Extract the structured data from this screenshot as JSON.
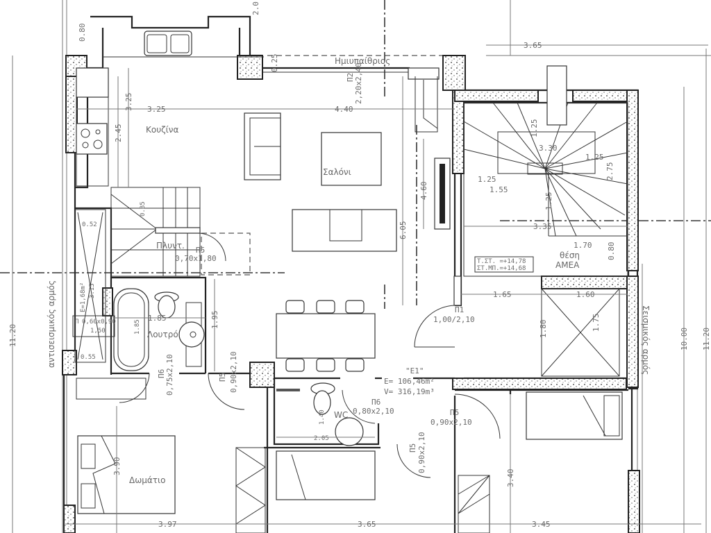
{
  "rooms": {
    "kitchen": "Κουζίνα",
    "living": "Σαλόνι",
    "semi_outdoor": "Ημιυπαίθριος",
    "bath": "Λουτρό",
    "laundry": "Πλυντ.",
    "wc": "WC",
    "bedroom": "Δωμάτιο",
    "accessible_spot_1": "θέση",
    "accessible_spot_2": "ΑΜΕΑ"
  },
  "levels": {
    "line1": "Τ.ΣΤ. =+14,78",
    "line2": "ΣΤ.ΜΠ.=+14,68"
  },
  "unit": {
    "name": "\"Ε1\"",
    "area": "Ε= 106,46m²",
    "volume": "V= 316,19m³"
  },
  "joints": {
    "left": "αντισεισμικός αρμός",
    "right": "Σεισμικός αρμός"
  },
  "openings": {
    "p2_code": "Π2",
    "p2_size": "2,20x2,40",
    "p1_code": "Π1",
    "p1_size": "1,00/2,10",
    "p6_wc_code": "Π6",
    "p6_wc_size": "0,80x2,10",
    "p5_a_code": "Π5",
    "p5_a_size": "0,90x2,10",
    "p5_b_code": "Π5",
    "p5_b_size": "0,90x2,10",
    "p6_bath_code": "Π6",
    "p6_bath_size": "0,75x2,10",
    "p5_c_code": "Π5",
    "p5_c_size": "0,90x2,10",
    "laundry_code": "Π5",
    "laundry_size": "0,70x1,80",
    "window_code": "Π",
    "window_size": "0,60x0,90",
    "window_sill": "1,50",
    "shaft_area": "Ε=1,68m²"
  },
  "dimensions": {
    "kitchen_w": "3.25",
    "living_w": "4.40",
    "kitchen_v1": "2.45",
    "kitchen_v2": "3.25",
    "living_v1": "4.60",
    "living_v2": "6.05",
    "top_right": "3.65",
    "top_left_v": "0.80",
    "top_v": "2.0",
    "top_small": "0.25",
    "stair_v1": "1.25",
    "stair_w": "3.30",
    "stair_r": "1.25",
    "stair_v2": "2.75",
    "stair_l1": "1.25",
    "stair_l2": "1.55",
    "stair_v3": "1.25",
    "stair_total": "3.35",
    "amea_w": "1.70",
    "amea_v": "0.80",
    "hall_w": "1.65",
    "lift_w": "1.60",
    "lift_v1": "1.80",
    "lift_v2": "1.75",
    "shaft_top": "0.52",
    "shaft_bot": "0.55",
    "shaft_v": "3.15",
    "laundry_v": "0.85",
    "bath_w": "1.85",
    "bath_v": "1.85",
    "bath_v2": "1.95",
    "wc_v": "1.40",
    "wc_w": "2.05",
    "total_left": "11.20",
    "total_right1": "10.00",
    "total_right2": "11.20",
    "bed_v": "3.90",
    "bottom_1": "3.97",
    "bottom_2": "3.65",
    "bottom_3": "3.45",
    "bed2_v": "3.40"
  },
  "colors": {
    "wall": "#222222",
    "text": "#666666"
  }
}
